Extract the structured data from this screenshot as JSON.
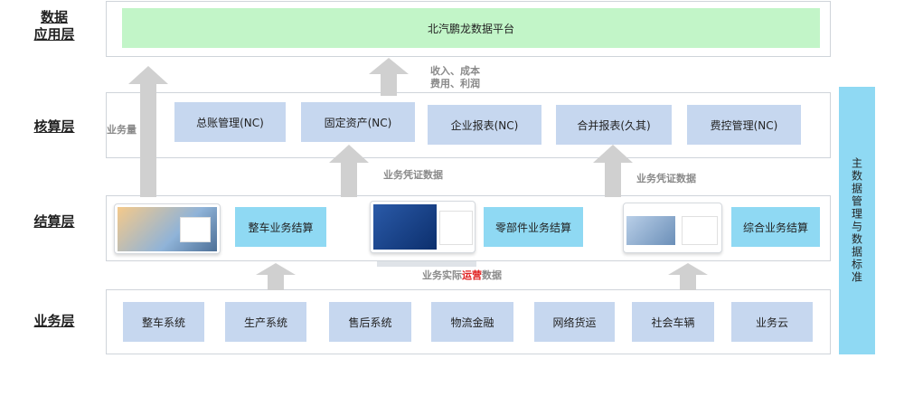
{
  "layers": {
    "data_app": "数据\n应用层",
    "accounting": "核算层",
    "settlement": "结算层",
    "business": "业务层"
  },
  "platform": "北汽鹏龙数据平台",
  "accounting_modules": [
    "总账管理(NC)",
    "固定资产(NC)",
    "企业报表(NC)",
    "合并报表(久其)",
    "费控管理(NC)"
  ],
  "settlement_modules": [
    "整车业务结算",
    "零部件业务结算",
    "综合业务结算"
  ],
  "business_systems": [
    "整车系统",
    "生产系统",
    "售后系统",
    "物流金融",
    "网络货运",
    "社会车辆",
    "业务云"
  ],
  "notes": {
    "revenue_cost_1": "收入、成本",
    "revenue_cost_2": "费用、利润",
    "business_volume": "业务量",
    "voucher_data_1": "业务凭证数据",
    "voucher_data_2": "业务凭证数据",
    "ops_data_pre": "业务实际",
    "ops_data_red": "运营",
    "ops_data_post": "数据"
  },
  "master_data": "主数据管理与数据标准",
  "colors": {
    "module_blue": "#c6d7ef",
    "settle_cyan": "#8fd9f3",
    "platform_green": "#c2f5c8",
    "arrow_gray": "#d0d0d0",
    "highlight_red": "#e02020"
  }
}
